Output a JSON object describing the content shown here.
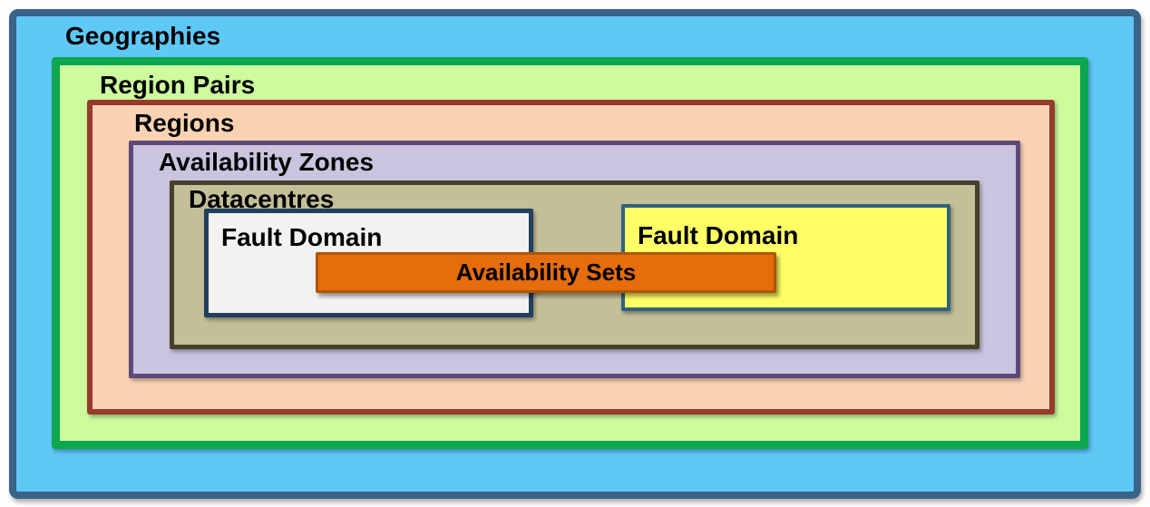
{
  "boxes": {
    "geographies": {
      "label": "Geographies",
      "fill": "#5EC8F7",
      "border": "#3A6388"
    },
    "region_pairs": {
      "label": "Region Pairs",
      "fill": "#CDFB9E",
      "border": "#0CA74F"
    },
    "regions": {
      "label": "Regions",
      "fill": "#FBD3B2",
      "border": "#963B2B"
    },
    "availability_zones": {
      "label": "Availability Zones",
      "fill": "#CBC4DF",
      "border": "#5D4A7B"
    },
    "datacentres": {
      "label": "Datacentres",
      "fill": "#C5BF99",
      "border": "#45412A"
    },
    "fault_domain_left": {
      "label": "Fault Domain",
      "fill": "#F2F2F0",
      "border": "#23405E"
    },
    "fault_domain_right": {
      "label": "Fault Domain",
      "fill": "#FFFF66",
      "border": "#30627F"
    },
    "availability_sets": {
      "label": "Availability Sets",
      "fill": "#E56D0C",
      "border": "#AF5506"
    }
  },
  "text_color": "#000000"
}
